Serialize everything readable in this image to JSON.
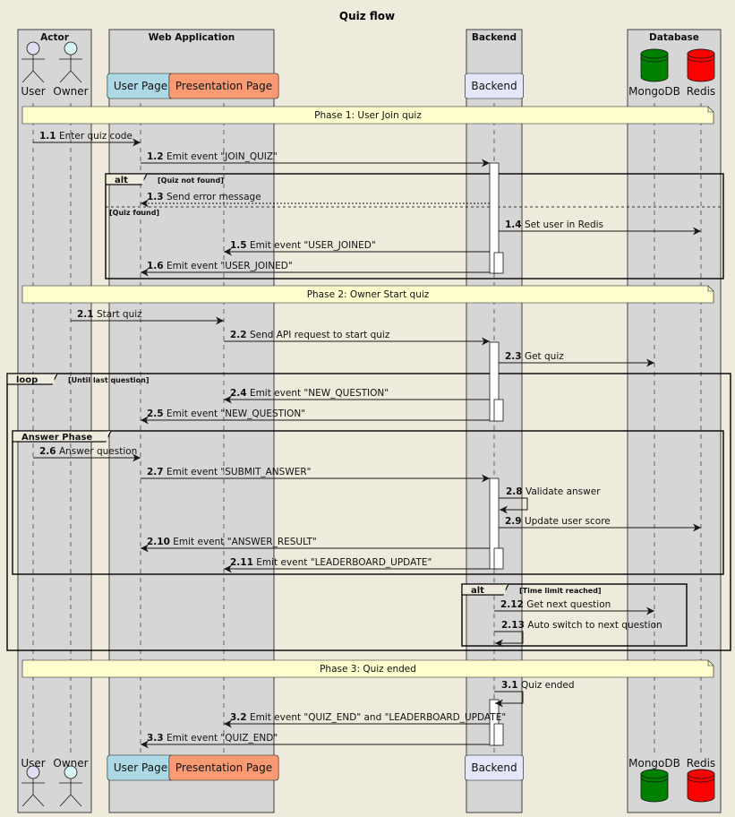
{
  "title": "Quiz flow",
  "boxes": [
    {
      "id": "box-actor",
      "label": "Actor"
    },
    {
      "id": "box-web",
      "label": "Web Application"
    },
    {
      "id": "box-backend",
      "label": "Backend"
    },
    {
      "id": "box-database",
      "label": "Database"
    }
  ],
  "participants": [
    {
      "id": "user",
      "label": "User",
      "kind": "actor",
      "color": "#e2dcf2"
    },
    {
      "id": "owner",
      "label": "Owner",
      "kind": "actor",
      "color": "#d7f5f3"
    },
    {
      "id": "userpage",
      "label": "User Page",
      "kind": "box",
      "color": "#add8e6"
    },
    {
      "id": "presentation",
      "label": "Presentation Page",
      "kind": "box",
      "color": "#fa9a72"
    },
    {
      "id": "backend",
      "label": "Backend",
      "kind": "box",
      "color": "#e6e6fa"
    },
    {
      "id": "mongodb",
      "label": "MongoDB",
      "kind": "database",
      "color": "#008000"
    },
    {
      "id": "redis",
      "label": "Redis",
      "kind": "database",
      "color": "#ff0000"
    }
  ],
  "notes": [
    {
      "text": "Phase 1: User Join quiz"
    },
    {
      "text": "Phase 2: Owner Start quiz"
    },
    {
      "text": "Phase 3: Quiz ended"
    }
  ],
  "messages": [
    {
      "num": "1.1",
      "text": "Enter quiz code"
    },
    {
      "num": "1.2",
      "text": "Emit event \"JOIN_QUIZ\""
    },
    {
      "num": "1.3",
      "text": "Send error message"
    },
    {
      "num": "1.4",
      "text": "Set user in Redis"
    },
    {
      "num": "1.5",
      "text": "Emit event \"USER_JOINED\""
    },
    {
      "num": "1.6",
      "text": "Emit event \"USER_JOINED\""
    },
    {
      "num": "2.1",
      "text": "Start quiz"
    },
    {
      "num": "2.2",
      "text": "Send API request to start quiz"
    },
    {
      "num": "2.3",
      "text": "Get quiz"
    },
    {
      "num": "2.4",
      "text": "Emit event \"NEW_QUESTION\""
    },
    {
      "num": "2.5",
      "text": "Emit event \"NEW_QUESTION\""
    },
    {
      "num": "2.6",
      "text": "Answer question"
    },
    {
      "num": "2.7",
      "text": "Emit event \"SUBMIT_ANSWER\""
    },
    {
      "num": "2.8",
      "text": "Validate answer"
    },
    {
      "num": "2.9",
      "text": "Update user score"
    },
    {
      "num": "2.10",
      "text": "Emit event \"ANSWER_RESULT\""
    },
    {
      "num": "2.11",
      "text": "Emit event \"LEADERBOARD_UPDATE\""
    },
    {
      "num": "2.12",
      "text": "Get next question"
    },
    {
      "num": "2.13",
      "text": "Auto switch to next question"
    },
    {
      "num": "3.1",
      "text": "Quiz ended"
    },
    {
      "num": "3.2",
      "text": "Emit event \"QUIZ_END\" and \"LEADERBOARD_UPDATE\""
    },
    {
      "num": "3.3",
      "text": "Emit event \"QUIZ_END\""
    }
  ],
  "fragments": [
    {
      "keyword": "alt",
      "guard": "[Quiz not found]",
      "else_guard": "[Quiz found]"
    },
    {
      "keyword": "loop",
      "guard": "[Until last question]"
    },
    {
      "keyword": "Answer Phase",
      "guard": ""
    },
    {
      "keyword": "alt",
      "guard": "[Time limit reached]"
    }
  ]
}
